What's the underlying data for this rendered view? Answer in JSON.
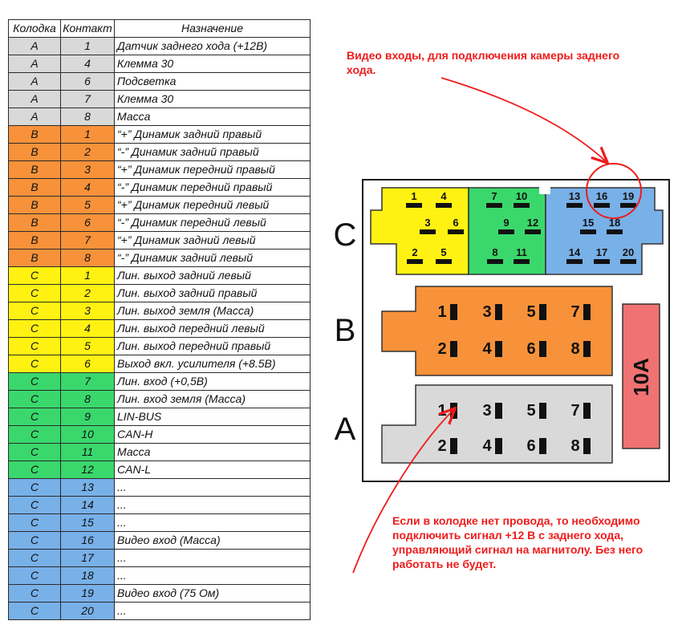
{
  "table": {
    "headers": [
      "Колодка",
      "Контакт",
      "Назначение"
    ],
    "rows": [
      {
        "block": "A",
        "contact": "1",
        "purpose": "Датчик заднего хода (+12В)"
      },
      {
        "block": "A",
        "contact": "4",
        "purpose": "Клемма 30"
      },
      {
        "block": "A",
        "contact": "6",
        "purpose": "Подсветка"
      },
      {
        "block": "A",
        "contact": "7",
        "purpose": "Клемма 30"
      },
      {
        "block": "A",
        "contact": "8",
        "purpose": "Масса"
      },
      {
        "block": "B",
        "contact": "1",
        "purpose": "“+” Динамик задний правый"
      },
      {
        "block": "B",
        "contact": "2",
        "purpose": "“-” Динамик задний правый"
      },
      {
        "block": "B",
        "contact": "3",
        "purpose": "“+” Динамик передний правый"
      },
      {
        "block": "B",
        "contact": "4",
        "purpose": "“-” Динамик передний правый"
      },
      {
        "block": "B",
        "contact": "5",
        "purpose": "“+” Динамик передний левый"
      },
      {
        "block": "B",
        "contact": "6",
        "purpose": "“-” Динамик передний левый"
      },
      {
        "block": "B",
        "contact": "7",
        "purpose": "“+” Динамик задний левый"
      },
      {
        "block": "B",
        "contact": "8",
        "purpose": "“-” Динамик задний левый"
      },
      {
        "block": "C",
        "contact": "1",
        "purpose": "Лин. выход задний левый"
      },
      {
        "block": "C",
        "contact": "2",
        "purpose": "Лин. выход задний правый"
      },
      {
        "block": "C",
        "contact": "3",
        "purpose": "Лин. выход земля (Масса)"
      },
      {
        "block": "C",
        "contact": "4",
        "purpose": "Лин. выход передний левый"
      },
      {
        "block": "C",
        "contact": "5",
        "purpose": "Лин. выход передний правый"
      },
      {
        "block": "C",
        "contact": "6",
        "purpose": "Выход вкл. усилителя (+8.5В)"
      },
      {
        "block": "C",
        "contact": "7",
        "purpose": "Лин. вход (+0,5В)"
      },
      {
        "block": "C",
        "contact": "8",
        "purpose": "Лин. вход земля (Масса)"
      },
      {
        "block": "C",
        "contact": "9",
        "purpose": "LIN-BUS"
      },
      {
        "block": "C",
        "contact": "10",
        "purpose": "CAN-H"
      },
      {
        "block": "C",
        "contact": "11",
        "purpose": "Масса"
      },
      {
        "block": "C",
        "contact": "12",
        "purpose": "CAN-L"
      },
      {
        "block": "C",
        "contact": "13",
        "purpose": "..."
      },
      {
        "block": "C",
        "contact": "14",
        "purpose": "..."
      },
      {
        "block": "C",
        "contact": "15",
        "purpose": "..."
      },
      {
        "block": "C",
        "contact": "16",
        "purpose": "Видео вход (Масса)"
      },
      {
        "block": "C",
        "contact": "17",
        "purpose": "..."
      },
      {
        "block": "C",
        "contact": "18",
        "purpose": "..."
      },
      {
        "block": "C",
        "contact": "19",
        "purpose": "Видео вход (75 Ом)"
      },
      {
        "block": "C",
        "contact": "20",
        "purpose": "..."
      }
    ]
  },
  "diagram": {
    "block_labels": {
      "C": "C",
      "B": "B",
      "A": "A"
    },
    "fuse_label": "10A",
    "pins_c": [
      "1",
      "4",
      "3",
      "6",
      "2",
      "5",
      "7",
      "10",
      "9",
      "12",
      "8",
      "11",
      "13",
      "16",
      "19",
      "15",
      "18",
      "14",
      "17",
      "20"
    ],
    "pins_b": [
      "1",
      "3",
      "5",
      "7",
      "2",
      "4",
      "6",
      "8"
    ],
    "pins_a": [
      "1",
      "3",
      "5",
      "7",
      "2",
      "4",
      "6",
      "8"
    ]
  },
  "annotations": {
    "video_note": "Видео входы, для подключения камеры заднего хода.",
    "power_note": "Если в колодке нет провода, то необходимо подключить сигнал +12 В с заднего хода, управляющий сигнал на магнитолу. Без него работать не будет."
  },
  "colors": {
    "A": "#d9d9d9",
    "B": "#f7923a",
    "C_yellow": "#fff212",
    "C_green": "#3ad86c",
    "C_blue": "#78b0e8",
    "fuse": "#f07272",
    "annotation": "#ee1c1c"
  }
}
